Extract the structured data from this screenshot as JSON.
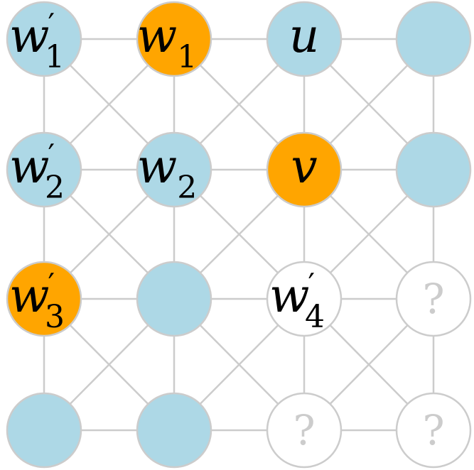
{
  "colors": {
    "blue": "#add8e6",
    "orange": "#ffa500",
    "white": "#ffffff",
    "edge": "#cccccc",
    "unknown_text": "#cccccc"
  },
  "nodes": [
    {
      "id": "n00",
      "row": 0,
      "col": 0,
      "fill": "blue",
      "label": "w",
      "prime": "′",
      "sub": "1"
    },
    {
      "id": "n01",
      "row": 0,
      "col": 1,
      "fill": "orange",
      "label": "w",
      "prime": "",
      "sub": "1"
    },
    {
      "id": "n02",
      "row": 0,
      "col": 2,
      "fill": "blue",
      "label": "u",
      "prime": "",
      "sub": ""
    },
    {
      "id": "n03",
      "row": 0,
      "col": 3,
      "fill": "blue",
      "label": "",
      "prime": "",
      "sub": ""
    },
    {
      "id": "n10",
      "row": 1,
      "col": 0,
      "fill": "blue",
      "label": "w",
      "prime": "′",
      "sub": "2"
    },
    {
      "id": "n11",
      "row": 1,
      "col": 1,
      "fill": "blue",
      "label": "w",
      "prime": "",
      "sub": "2"
    },
    {
      "id": "n12",
      "row": 1,
      "col": 2,
      "fill": "orange",
      "label": "v",
      "prime": "",
      "sub": ""
    },
    {
      "id": "n13",
      "row": 1,
      "col": 3,
      "fill": "blue",
      "label": "",
      "prime": "",
      "sub": ""
    },
    {
      "id": "n20",
      "row": 2,
      "col": 0,
      "fill": "orange",
      "label": "w",
      "prime": "′",
      "sub": "3"
    },
    {
      "id": "n21",
      "row": 2,
      "col": 1,
      "fill": "blue",
      "label": "",
      "prime": "",
      "sub": ""
    },
    {
      "id": "n22",
      "row": 2,
      "col": 2,
      "fill": "white",
      "label": "w",
      "prime": "′",
      "sub": "4"
    },
    {
      "id": "n23",
      "row": 2,
      "col": 3,
      "fill": "white",
      "label": "?",
      "prime": "",
      "sub": "",
      "unknown": true
    },
    {
      "id": "n30",
      "row": 3,
      "col": 0,
      "fill": "blue",
      "label": "",
      "prime": "",
      "sub": ""
    },
    {
      "id": "n31",
      "row": 3,
      "col": 1,
      "fill": "blue",
      "label": "",
      "prime": "",
      "sub": ""
    },
    {
      "id": "n32",
      "row": 3,
      "col": 2,
      "fill": "white",
      "label": "?",
      "prime": "",
      "sub": "",
      "unknown": true
    },
    {
      "id": "n33",
      "row": 3,
      "col": 3,
      "fill": "white",
      "label": "?",
      "prime": "",
      "sub": "",
      "unknown": true
    }
  ]
}
